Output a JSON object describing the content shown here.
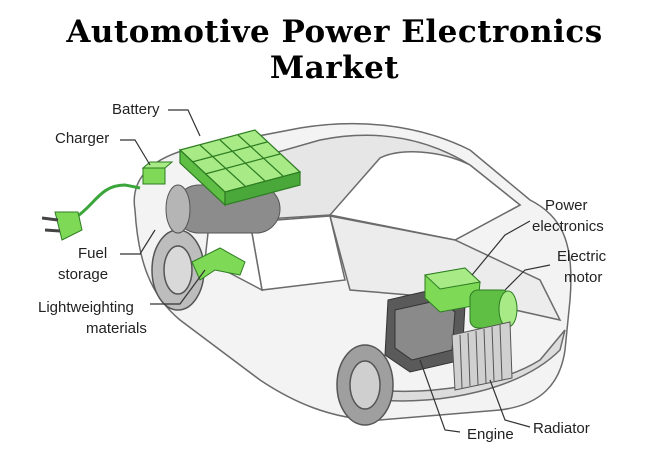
{
  "title": "Automotive Power Electronics Market",
  "labels": {
    "battery": "Battery",
    "charger": "Charger",
    "power_electronics_1": "Power",
    "power_electronics_2": "electronics",
    "electric_motor_1": "Electric",
    "electric_motor_2": "motor",
    "fuel_storage_1": "Fuel",
    "fuel_storage_2": "storage",
    "lightweighting_1": "Lightweighting",
    "lightweighting_2": "materials",
    "engine": "Engine",
    "radiator": "Radiator"
  },
  "colors": {
    "component_green": "#7ed957",
    "component_green_dark": "#3f9e2f",
    "car_body": "#f2f2f2",
    "car_outline": "#6b6b6b",
    "leader_line": "#333333"
  }
}
